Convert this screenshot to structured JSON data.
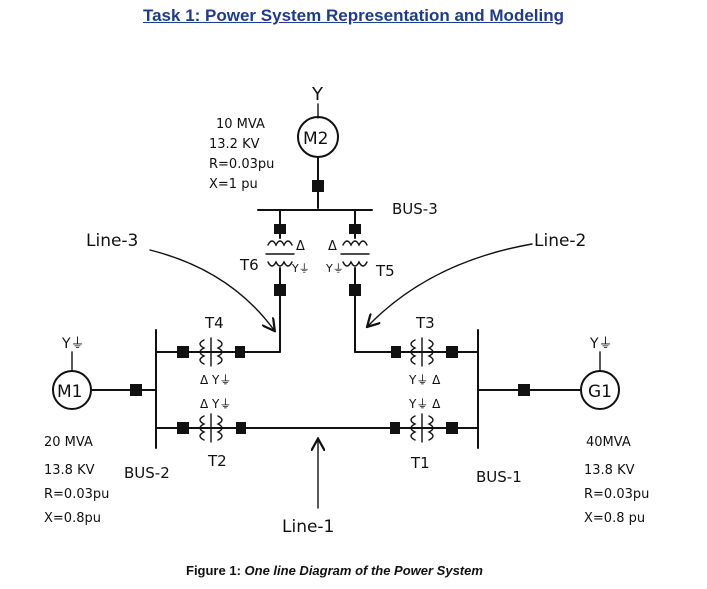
{
  "title": "Task 1: Power System Representation and Modeling",
  "caption": {
    "prefix": "Figure 1:",
    "text": "One line Diagram of the Power System"
  },
  "machines": {
    "M2": {
      "label": "M2",
      "conn": "Y",
      "specs": [
        "10 MVA",
        "13.2 KV",
        "R=0.03pu",
        "X=1 pu"
      ]
    },
    "M1": {
      "label": "M1",
      "conn": "Y⏚",
      "specs": [
        "20 MVA",
        "13.8 KV",
        "R=0.03pu",
        "X=0.8pu"
      ]
    },
    "G1": {
      "label": "G1",
      "conn": "Y⏚",
      "specs": [
        "40MVA",
        "13.8 KV",
        "R=0.03pu",
        "X=0.8 pu"
      ]
    }
  },
  "buses": {
    "bus1": "BUS-1",
    "bus2": "BUS-2",
    "bus3": "BUS-3"
  },
  "lines": {
    "line1": "Line-1",
    "line2": "Line-2",
    "line3": "Line-3"
  },
  "transformers": {
    "T1": {
      "label": "T1"
    },
    "T2": {
      "label": "T2"
    },
    "T3": {
      "label": "T3",
      "conn": [
        "Y⏚ Δ",
        "Y⏚ Δ"
      ]
    },
    "T4": {
      "label": "T4",
      "conn": [
        "Δ Y⏚",
        "Δ Y⏚"
      ]
    },
    "T5": {
      "label": "T5",
      "conn": "Δ",
      "conn_bottom": "Y⏚"
    },
    "T6": {
      "label": "T6",
      "conn": "Δ",
      "conn_bottom": "Y⏚"
    }
  }
}
